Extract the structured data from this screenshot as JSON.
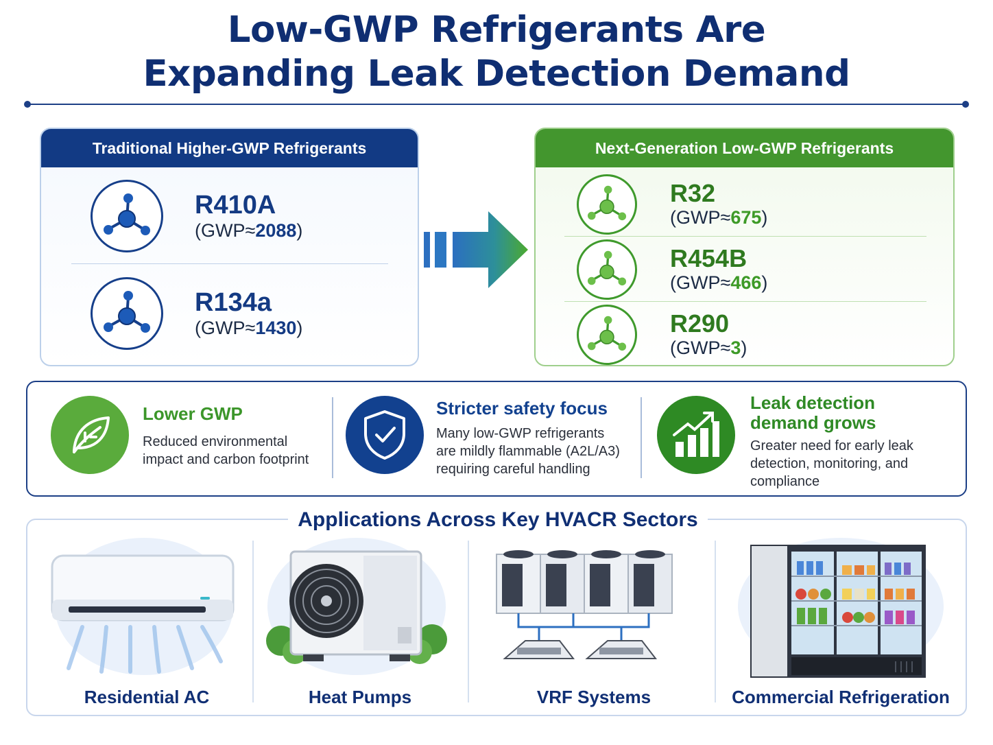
{
  "title": {
    "line1": "Low-GWP Refrigerants Are",
    "line2": "Expanding Leak Detection Demand"
  },
  "traditional": {
    "header": "Traditional Higher-GWP Refrigerants",
    "items": [
      {
        "name": "R410A",
        "gwp_prefix": "(GWP≈",
        "gwp_value": "2088",
        "gwp_suffix": ")"
      },
      {
        "name": "R134a",
        "gwp_prefix": "(GWP≈",
        "gwp_value": "1430",
        "gwp_suffix": ")"
      }
    ]
  },
  "next_gen": {
    "header": "Next-Generation Low-GWP Refrigerants",
    "items": [
      {
        "name": "R32",
        "gwp_prefix": "(GWP≈",
        "gwp_value": "675",
        "gwp_suffix": ")"
      },
      {
        "name": "R454B",
        "gwp_prefix": "(GWP≈",
        "gwp_value": "466",
        "gwp_suffix": ")"
      },
      {
        "name": "R290",
        "gwp_prefix": "(GWP≈",
        "gwp_value": "3",
        "gwp_suffix": ")"
      }
    ]
  },
  "benefits": [
    {
      "icon": "leaf-icon",
      "title": "Lower GWP",
      "text_lines": [
        "Reduced environmental",
        "impact and carbon footprint"
      ],
      "color": "#4c9f38"
    },
    {
      "icon": "shield-check-icon",
      "title": "Stricter safety focus",
      "text_lines": [
        "Many low-GWP refrigerants",
        "are mildly flammable (A2L/A3)",
        "requiring careful handling"
      ],
      "color": "#12418f"
    },
    {
      "icon": "growth-chart-icon",
      "title_lines": [
        "Leak detection",
        "demand grows"
      ],
      "text_lines": [
        "Greater need for early leak",
        "detection, monitoring, and",
        "compliance"
      ],
      "color": "#2f8a25"
    }
  ],
  "applications": {
    "title": "Applications Across Key HVACR Sectors",
    "items": [
      {
        "label": "Residential AC",
        "icon": "wall-ac-unit-icon"
      },
      {
        "label": "Heat Pumps",
        "icon": "heat-pump-unit-icon"
      },
      {
        "label": "VRF Systems",
        "icon": "vrf-system-icon"
      },
      {
        "label": "Commercial Refrigeration",
        "icon": "display-cooler-icon"
      }
    ]
  },
  "colors": {
    "navy": "#0f2e72",
    "green": "#43962e",
    "accent_blue": "#12418f"
  }
}
